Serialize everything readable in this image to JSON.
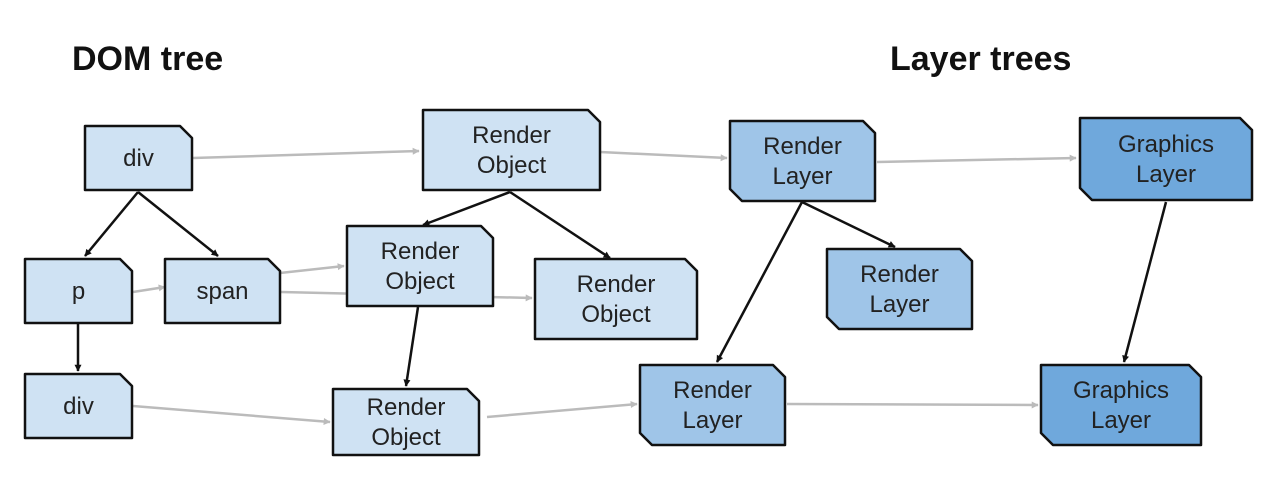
{
  "headings": {
    "dom_tree": "DOM tree",
    "layer_trees": "Layer trees"
  },
  "colors": {
    "dom_fill": "#cfe2f3",
    "render_object_fill": "#cfe2f3",
    "render_layer_fill": "#9fc5e8",
    "graphics_layer_fill": "#6fa8dc",
    "stroke": "#111111",
    "tree_arrow": "#111111",
    "mapping_arrow": "#bbbbbb"
  },
  "nodes": [
    {
      "id": "dom-div-root",
      "lines": [
        "div"
      ]
    },
    {
      "id": "dom-p",
      "lines": [
        "p"
      ]
    },
    {
      "id": "dom-span",
      "lines": [
        "span"
      ]
    },
    {
      "id": "dom-div-child",
      "lines": [
        "div"
      ]
    },
    {
      "id": "ro-root",
      "lines": [
        "Render",
        "Object"
      ]
    },
    {
      "id": "ro-p",
      "lines": [
        "Render",
        "Object"
      ]
    },
    {
      "id": "ro-span",
      "lines": [
        "Render",
        "Object"
      ]
    },
    {
      "id": "ro-div",
      "lines": [
        "Render",
        "Object"
      ]
    },
    {
      "id": "rl-root",
      "lines": [
        "Render",
        "Layer"
      ]
    },
    {
      "id": "rl-child",
      "lines": [
        "Render",
        "Layer"
      ]
    },
    {
      "id": "rl-bottom",
      "lines": [
        "Render",
        "Layer"
      ]
    },
    {
      "id": "gl-top",
      "lines": [
        "Graphics",
        "Layer"
      ]
    },
    {
      "id": "gl-bottom",
      "lines": [
        "Graphics",
        "Layer"
      ]
    }
  ]
}
